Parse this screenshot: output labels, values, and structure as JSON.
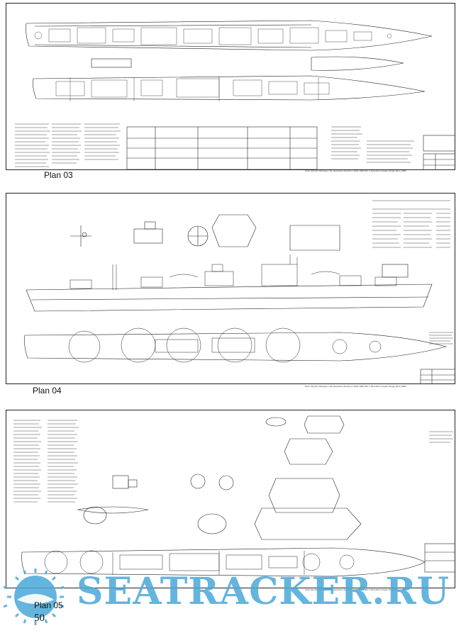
{
  "page": {
    "page_number": "50",
    "watermark_text": "SEATRACKER.RU"
  },
  "plans": [
    {
      "label": "Plan 03",
      "credit": "Hans Schmitt, Plantypen: Die deutschen Zerstörer (1934-1945) Bd. 3, Bernard & Graefe Verlag, Bonn 1985"
    },
    {
      "label": "Plan 04",
      "credit": "Hans Schmitt, Plantypen: Die deutschen Zerstörer (1934-1945) Bd. 3, Bernard & Graefe Verlag, Bonn 1985"
    },
    {
      "label": "Plan 05",
      "credit": "Hans Schmitt, Plantypen: Die deutschen Zerstörer (1934-1945) Bd. 3, Bernard & Graefe Verlag, Bonn 1985"
    }
  ],
  "colors": {
    "line": "#222222",
    "watermark": "#4aa9d8"
  }
}
